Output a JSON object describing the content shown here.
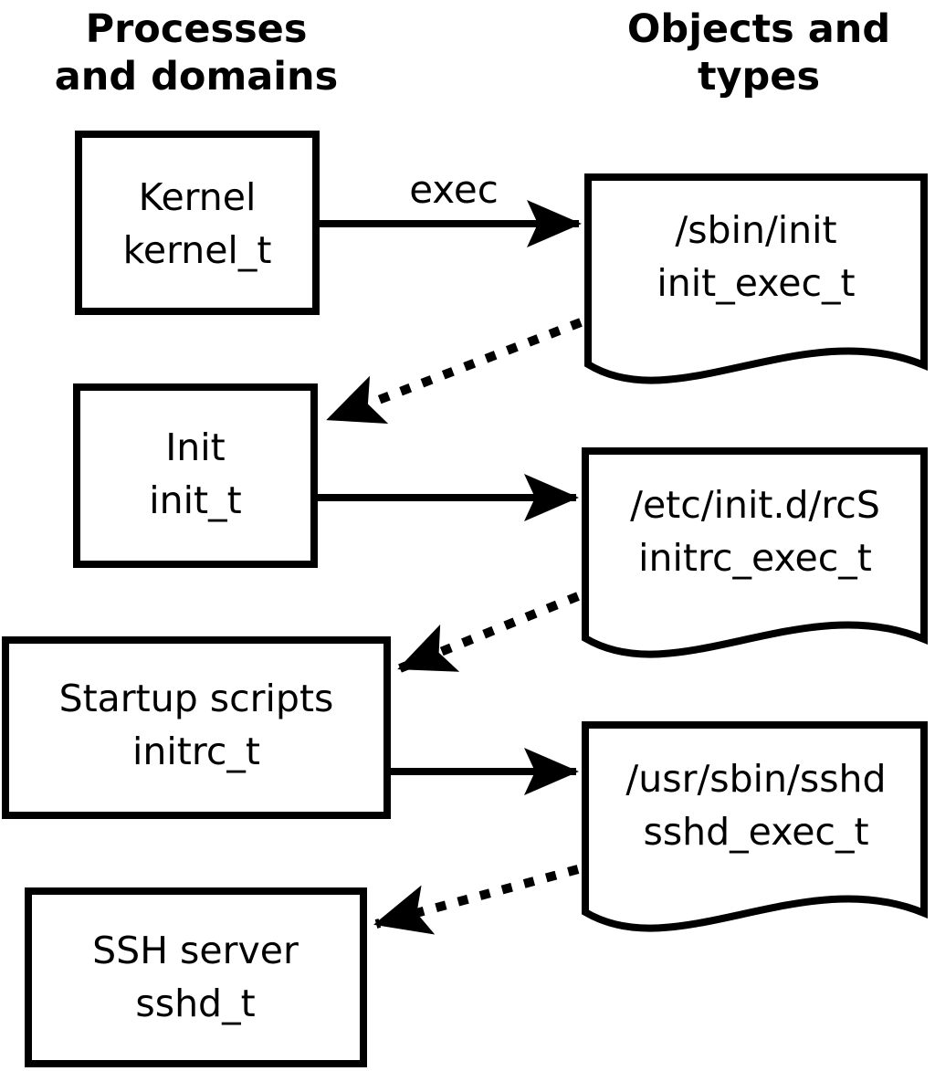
{
  "diagram": {
    "columns": {
      "left_title_line1": "Processes",
      "left_title_line2": "and domains",
      "right_title_line1": "Objects and",
      "right_title_line2": "types"
    },
    "processes": [
      {
        "label": "Kernel",
        "domain": "kernel_t"
      },
      {
        "label": "Init",
        "domain": "init_t"
      },
      {
        "label": "Startup scripts",
        "domain": "initrc_t"
      },
      {
        "label": "SSH server",
        "domain": "sshd_t"
      }
    ],
    "objects": [
      {
        "path": "/sbin/init",
        "type": "init_exec_t"
      },
      {
        "path": "/etc/init.d/rcS",
        "type": "initrc_exec_t"
      },
      {
        "path": "/usr/sbin/sshd",
        "type": "sshd_exec_t"
      }
    ],
    "edge_labels": {
      "exec": "exec"
    },
    "colors": {
      "line": "#000000",
      "background": "#ffffff"
    }
  }
}
